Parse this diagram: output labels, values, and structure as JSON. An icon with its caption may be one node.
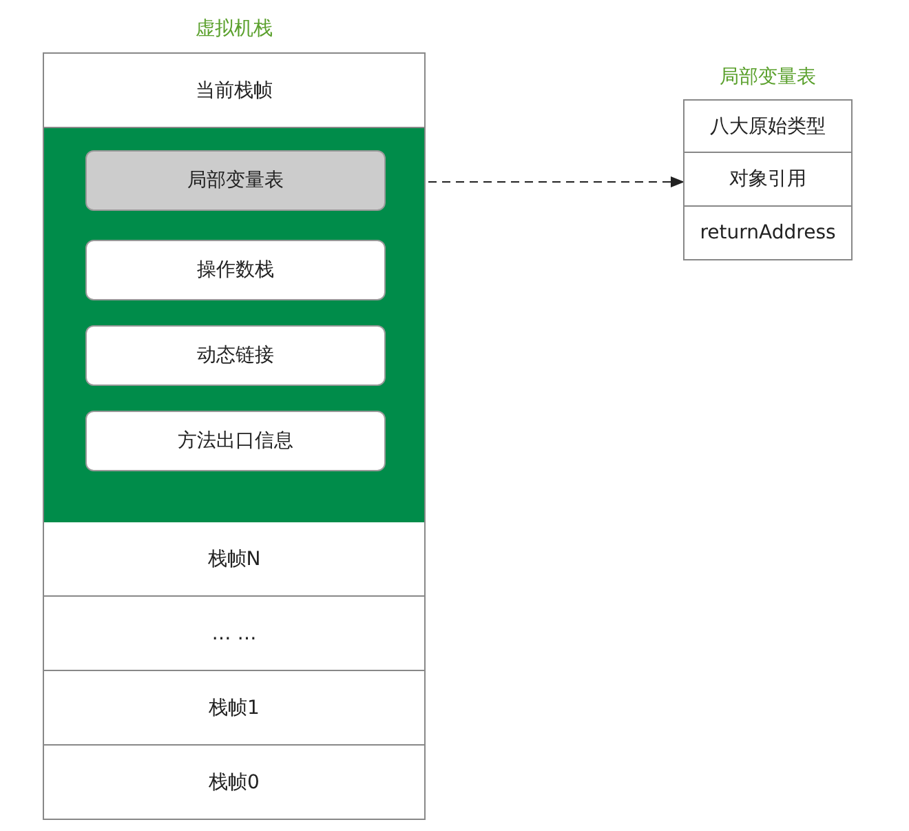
{
  "diagram": {
    "nodes": [
      {
        "text": [
          "虚拟机栈"
        ]
      },
      {
        "text": [
          "当前栈帧"
        ],
        "in": 0
      },
      {
        "text": [],
        "shape": "box",
        "in": 0
      },
      {
        "text": [
          "局部变量表"
        ],
        "in": 2
      },
      {
        "text": [
          "操作数栈"
        ],
        "in": 2
      },
      {
        "text": [
          "动态链接"
        ],
        "in": 2
      },
      {
        "text": [
          "方法出口信息"
        ],
        "in": 2
      },
      {
        "text": [
          "栈帧N"
        ],
        "in": 0
      },
      {
        "text": [
          "… …"
        ],
        "in": 0
      },
      {
        "text": [
          "栈帧1"
        ],
        "in": 0
      },
      {
        "text": [
          "栈帧0"
        ],
        "in": 0
      },
      {
        "text": [
          "局部变量表"
        ]
      },
      {
        "text": [
          "八大原始类型"
        ],
        "in": 11
      },
      {
        "text": [
          "对象引用"
        ],
        "in": 11
      },
      {
        "text": [
          "returnAddress"
        ],
        "in": 11
      }
    ],
    "edges": [
      {
        "from": 3,
        "to": 11,
        "arrow": "to",
        "style": "dashed"
      }
    ]
  }
}
